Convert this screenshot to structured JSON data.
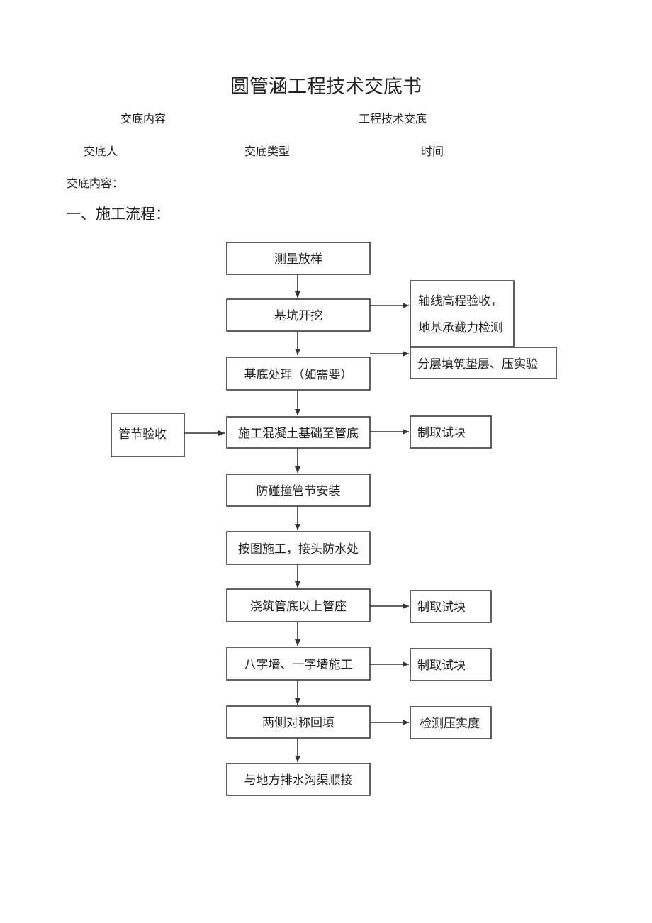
{
  "title": "圆管涵工程技术交底书",
  "header": {
    "content_label": "交底内容",
    "content_value": "工程技术交底",
    "person_label": "交底人",
    "type_label": "交底类型",
    "time_label": "时间"
  },
  "content_label": "交底内容：",
  "section_heading": "一、施工流程：",
  "flow": {
    "main_steps": [
      "测量放样",
      "基坑开挖",
      "基底处理（如需要）",
      "施工混凝土基础至管底",
      "防碰撞管节安装",
      "按图施工，接头防水处",
      "浇筑管底以上管座",
      "八字墙、一字墙施工",
      "两侧对称回填",
      "与地方排水沟渠顺接"
    ],
    "side_boxes": {
      "axis_check": [
        "轴线高程验收，",
        "地基承载力检测"
      ],
      "layered_fill": "分层填筑垫层、压实验",
      "sample_1": "制取试块",
      "sample_2": "制取试块",
      "sample_3": "制取试块",
      "compaction_test": "检测压实度"
    },
    "pipe_check": "管节验收"
  }
}
